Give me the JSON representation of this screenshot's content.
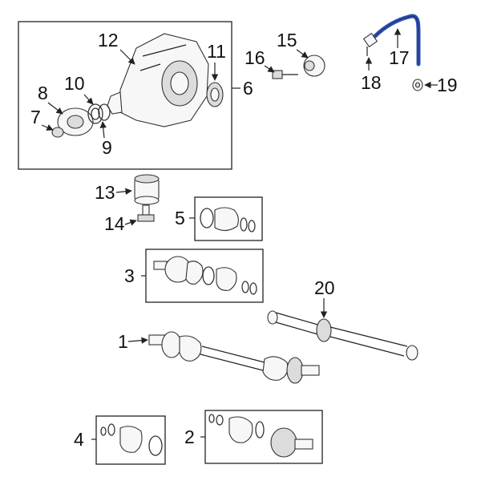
{
  "labels": {
    "n1": "1",
    "n2": "2",
    "n3": "3",
    "n4": "4",
    "n5": "5",
    "n6": "6",
    "n7": "7",
    "n8": "8",
    "n9": "9",
    "n10": "10",
    "n11": "11",
    "n12": "12",
    "n13": "13",
    "n14": "14",
    "n15": "15",
    "n16": "16",
    "n17": "17",
    "n18": "18",
    "n19": "19",
    "n20": "20"
  },
  "colors": {
    "highlight": "#2f4fb0",
    "line": "#222222"
  }
}
